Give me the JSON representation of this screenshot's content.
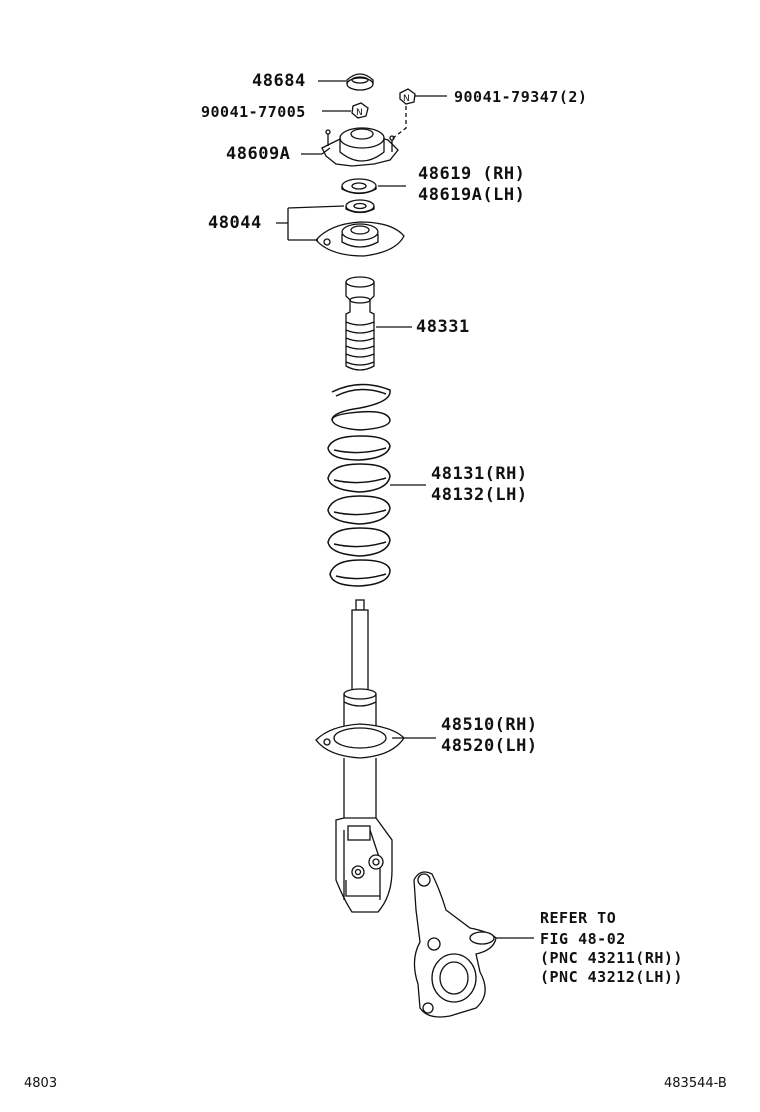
{
  "parts": {
    "p48684": "48684",
    "p90041_77005": "90041-77005",
    "p90041_79347": "90041-79347(2)",
    "p48609A": "48609A",
    "p48619_rh": "48619 (RH)",
    "p48619A_lh": "48619A(LH)",
    "p48044": "48044",
    "p48331": "48331",
    "p48131_rh": "48131(RH)",
    "p48132_lh": "48132(LH)",
    "p48510_rh": "48510(RH)",
    "p48520_lh": "48520(LH)"
  },
  "refer": {
    "line1": "REFER TO",
    "line2": "FIG 48-02",
    "line3": "(PNC 43211(RH))",
    "line4": "(PNC 43212(LH))"
  },
  "footer": {
    "left": "4803",
    "right": "483544-B"
  },
  "icons": {
    "nut_symbol": "N"
  }
}
